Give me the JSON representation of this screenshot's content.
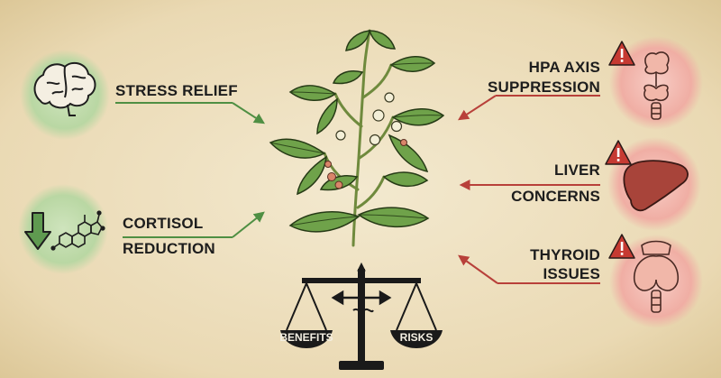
{
  "benefits": [
    {
      "lines": [
        "STRESS RELIEF"
      ],
      "icon": "brain-icon"
    },
    {
      "lines": [
        "CORTISOL",
        "REDUCTION"
      ],
      "icon": "cortisol-down-icon"
    }
  ],
  "risks": [
    {
      "lines": [
        "HPA AXIS",
        "SUPPRESSION"
      ],
      "icon": "hpa-axis-icon"
    },
    {
      "lines": [
        "LIVER",
        "CONCERNS"
      ],
      "icon": "liver-icon"
    },
    {
      "lines": [
        "THYROID",
        "ISSUES"
      ],
      "icon": "thyroid-icon"
    }
  ],
  "scale": {
    "left_label": "BENEFITS",
    "right_label": "RISKS"
  },
  "colors": {
    "benefit_arrow": "#4f8f43",
    "risk_arrow": "#b8403a",
    "benefit_circle": "#c9e0b8",
    "risk_circle": "#f3b8b0",
    "warning": "#c63a32",
    "parchment": "#efe3c6"
  }
}
